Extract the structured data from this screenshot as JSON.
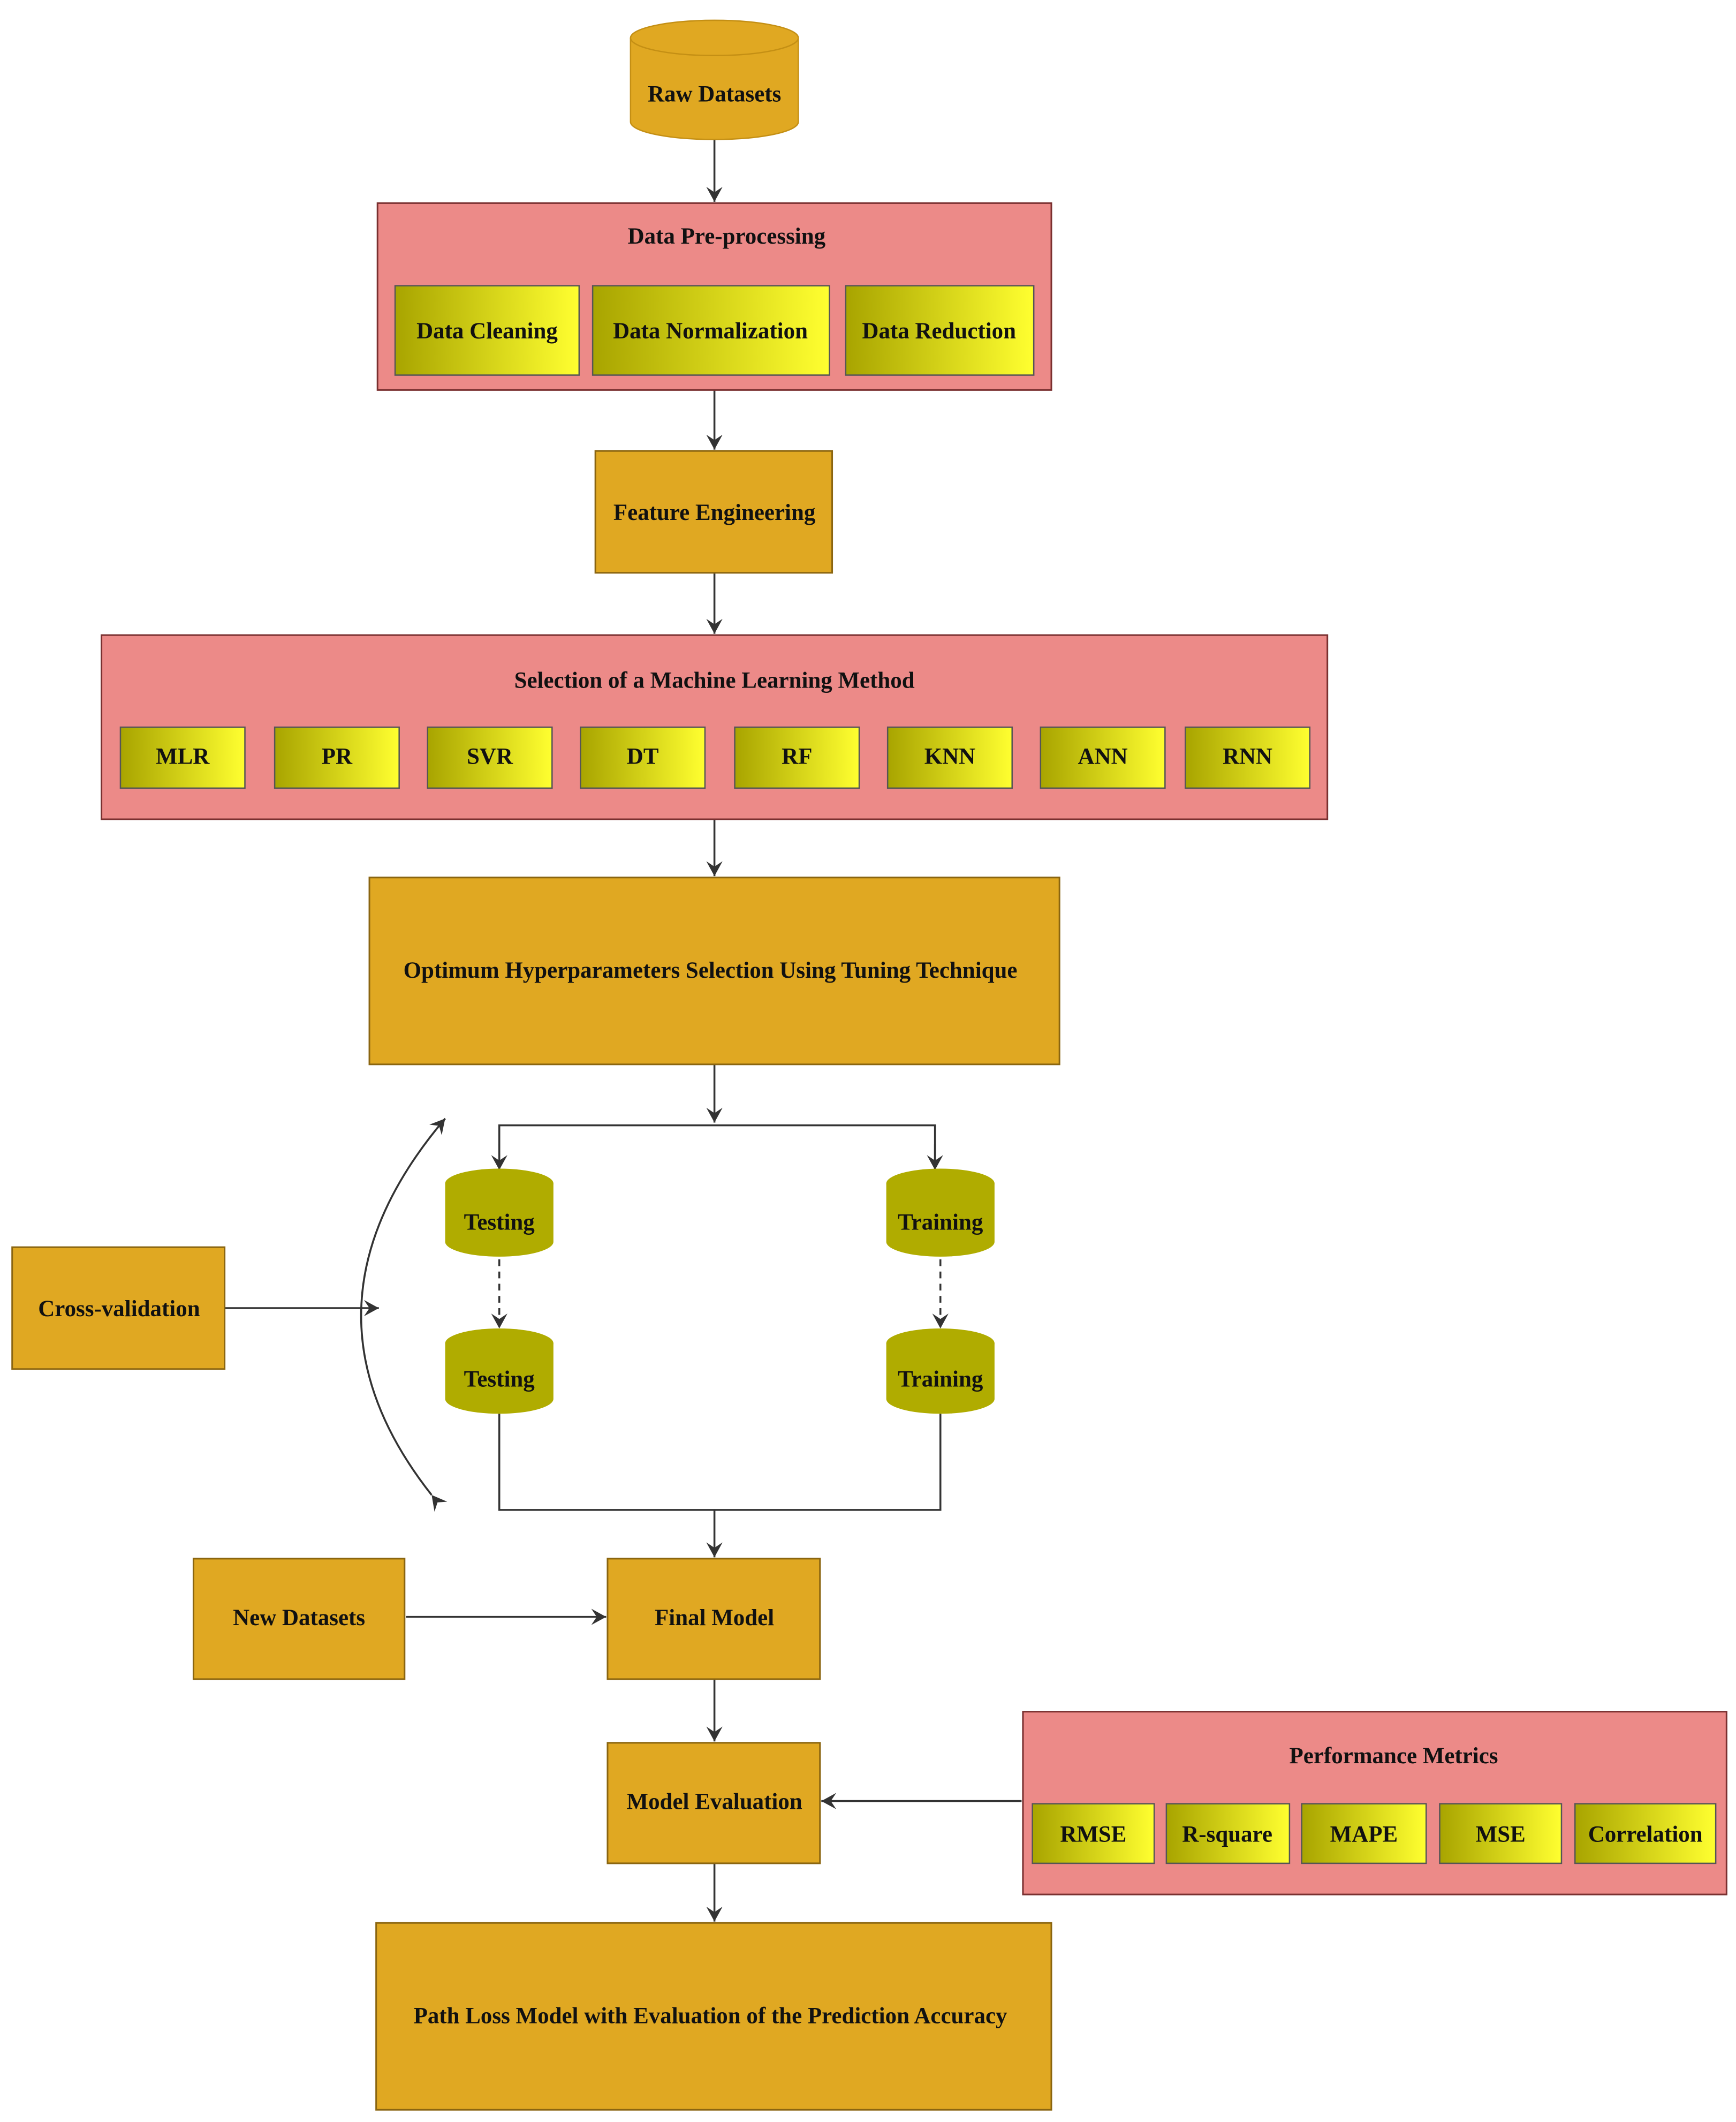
{
  "colors": {
    "orange_box": "#e0a822",
    "orange_border": "#8a6510",
    "pink_group": "#ec8a88",
    "pink_border": "#7a3030",
    "yellow_dark": "#a8a400",
    "yellow_light": "#ffff30",
    "olive_cylinder": "#b0ac00",
    "line": "#333333"
  },
  "nodes": {
    "raw_datasets": "Raw Datasets",
    "feature_engineering": "Feature Engineering",
    "optimum_hyperparameters": "Optimum Hyperparameters Selection Using Tuning Technique",
    "cross_validation": "Cross-validation",
    "testing_top": "Testing",
    "training_top": "Training",
    "testing_bottom": "Testing",
    "training_bottom": "Training",
    "new_datasets": "New Datasets",
    "final_model": "Final Model",
    "model_evaluation": "Model Evaluation",
    "path_loss_model": "Path Loss Model with Evaluation of the Prediction Accuracy"
  },
  "groups": {
    "preprocessing": {
      "title": "Data Pre-processing",
      "items": [
        "Data Cleaning",
        "Data Normalization",
        "Data Reduction"
      ]
    },
    "ml_method": {
      "title": "Selection of a Machine Learning Method",
      "items": [
        "MLR",
        "PR",
        "SVR",
        "DT",
        "RF",
        "KNN",
        "ANN",
        "RNN"
      ]
    },
    "performance_metrics": {
      "title": "Performance Metrics",
      "items": [
        "RMSE",
        "R-square",
        "MAPE",
        "MSE",
        "Correlation"
      ]
    }
  }
}
